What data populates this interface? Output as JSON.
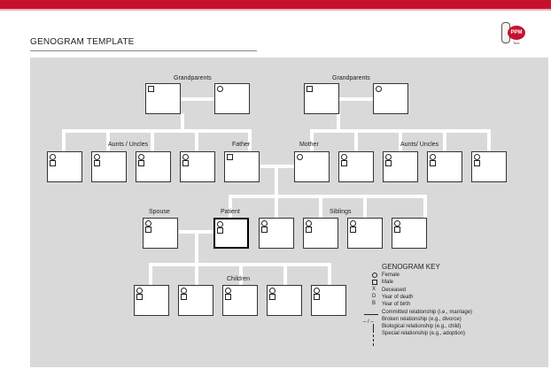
{
  "document": {
    "title": "GENOGRAM TEMPLATE",
    "logo_text": "PPM",
    "logo_subtext": "Tool"
  },
  "labels": {
    "grandparents_left": "Grandparents",
    "grandparents_right": "Grandparents",
    "aunts_uncles_left": "Aunts   / Uncles",
    "father": "Father",
    "mother": "Mother",
    "aunts_uncles_right": "Aunts/  Uncles",
    "spouse": "Spouse",
    "patient": "Patient",
    "siblings": "Siblings",
    "children": "Children"
  },
  "key": {
    "title": "GENOGRAM   KEY",
    "items": [
      {
        "symbol": "circle",
        "text": "Female"
      },
      {
        "symbol": "square",
        "text": "Male"
      },
      {
        "symbol": "X",
        "text": "Deceased"
      },
      {
        "symbol": "D",
        "text": "Year of death"
      },
      {
        "symbol": "B",
        "text": "Year of birth"
      },
      {
        "symbol": "line",
        "text": "Committed relationship (i.e., marriage)"
      },
      {
        "symbol": "slashes",
        "text": "Broken relationship (e.g., divorce)"
      },
      {
        "symbol": "vline",
        "text": "Biological relationship (e.g., child)"
      },
      {
        "symbol": "dashed",
        "text": "Special relationship (e.g., adoption)"
      }
    ]
  },
  "colors": {
    "accent": "#c8102e",
    "canvas": "#d9d9d9",
    "connector": "#ffffff"
  }
}
